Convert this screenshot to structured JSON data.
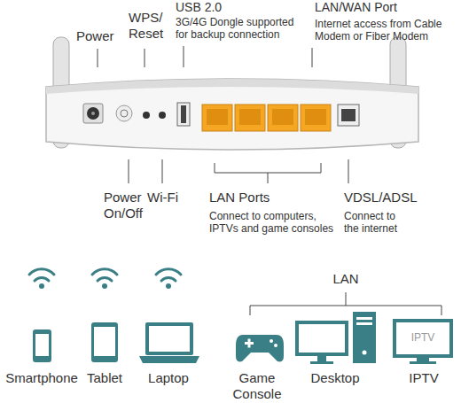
{
  "diagram": {
    "labels": [
      "Power",
      "WPS/ Reset",
      "USB 2.0",
      "3G/4G Dongle supported for backup connection",
      "LAN/WAN Port",
      "Internet access from Cable Modem or Fiber Modem",
      "Power On/Off",
      "Wi-Fi",
      "LAN Ports",
      "Connect to computers, IPTVs and game consoles",
      "VDSL/ADSL",
      "Connect to the internet",
      "LAN",
      "Smartphone",
      "Tablet",
      "Laptop",
      "Game Console",
      "Desktop",
      "IPTV",
      "IPTV"
    ]
  }
}
